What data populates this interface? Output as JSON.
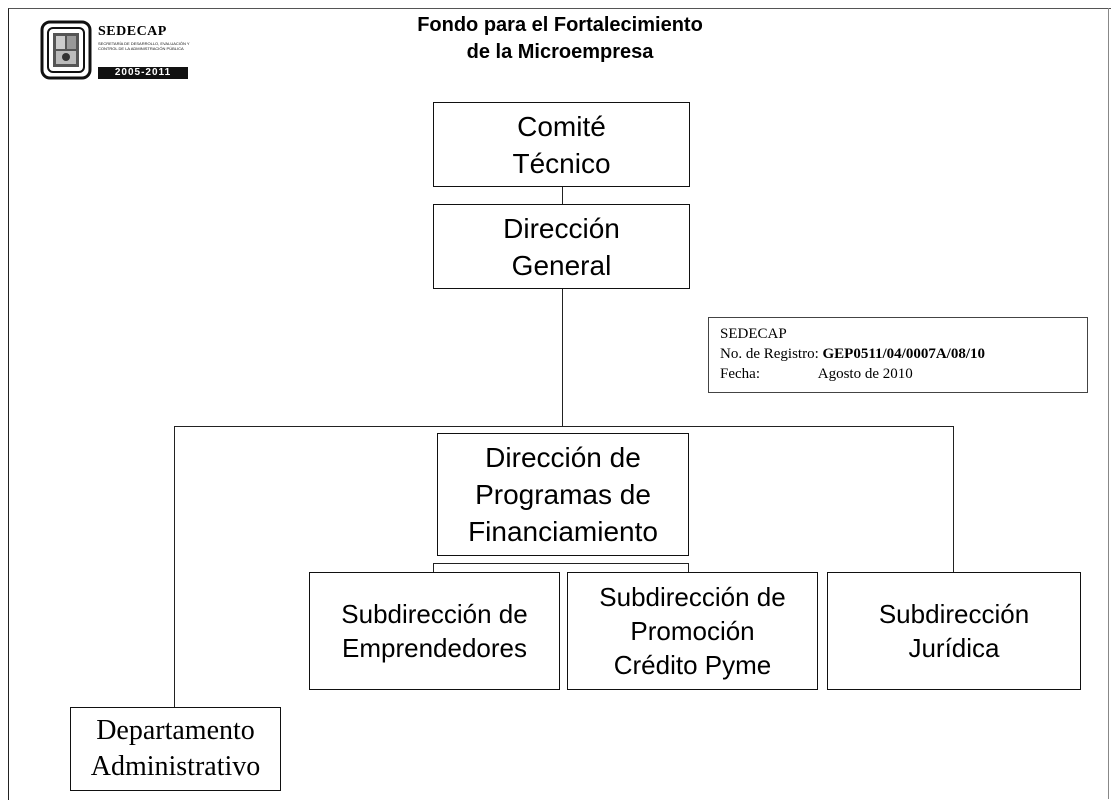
{
  "header": {
    "title_line1": "Fondo para el Fortalecimiento",
    "title_line2": "de la Microempresa"
  },
  "logo": {
    "name": "SEDECAP",
    "subtitle": "SECRETARÍA DE DESARROLLO, EVALUACIÓN Y CONTROL DE LA ADMINISTRACIÓN PÚBLICA",
    "years": "2005-2011"
  },
  "registration": {
    "org": "SEDECAP",
    "reg_label": "No. de Registro:",
    "reg_value": "GEP0511/04/0007A/08/10",
    "date_label": "Fecha:",
    "date_value": "Agosto de  2010"
  },
  "org_chart": {
    "comite": [
      "Comité",
      "Técnico"
    ],
    "direccion_general": [
      "Dirección",
      "General"
    ],
    "direccion_programas": [
      "Dirección de",
      "Programas de",
      "Financiamiento"
    ],
    "sub_emprendedores": [
      "Subdirección de",
      "Emprendedores"
    ],
    "sub_promocion": [
      "Subdirección de",
      "Promoción",
      "Crédito Pyme"
    ],
    "sub_juridica": [
      "Subdirección",
      "Jurídica"
    ],
    "depto_admin": [
      "Departamento",
      "Administrativo"
    ]
  }
}
